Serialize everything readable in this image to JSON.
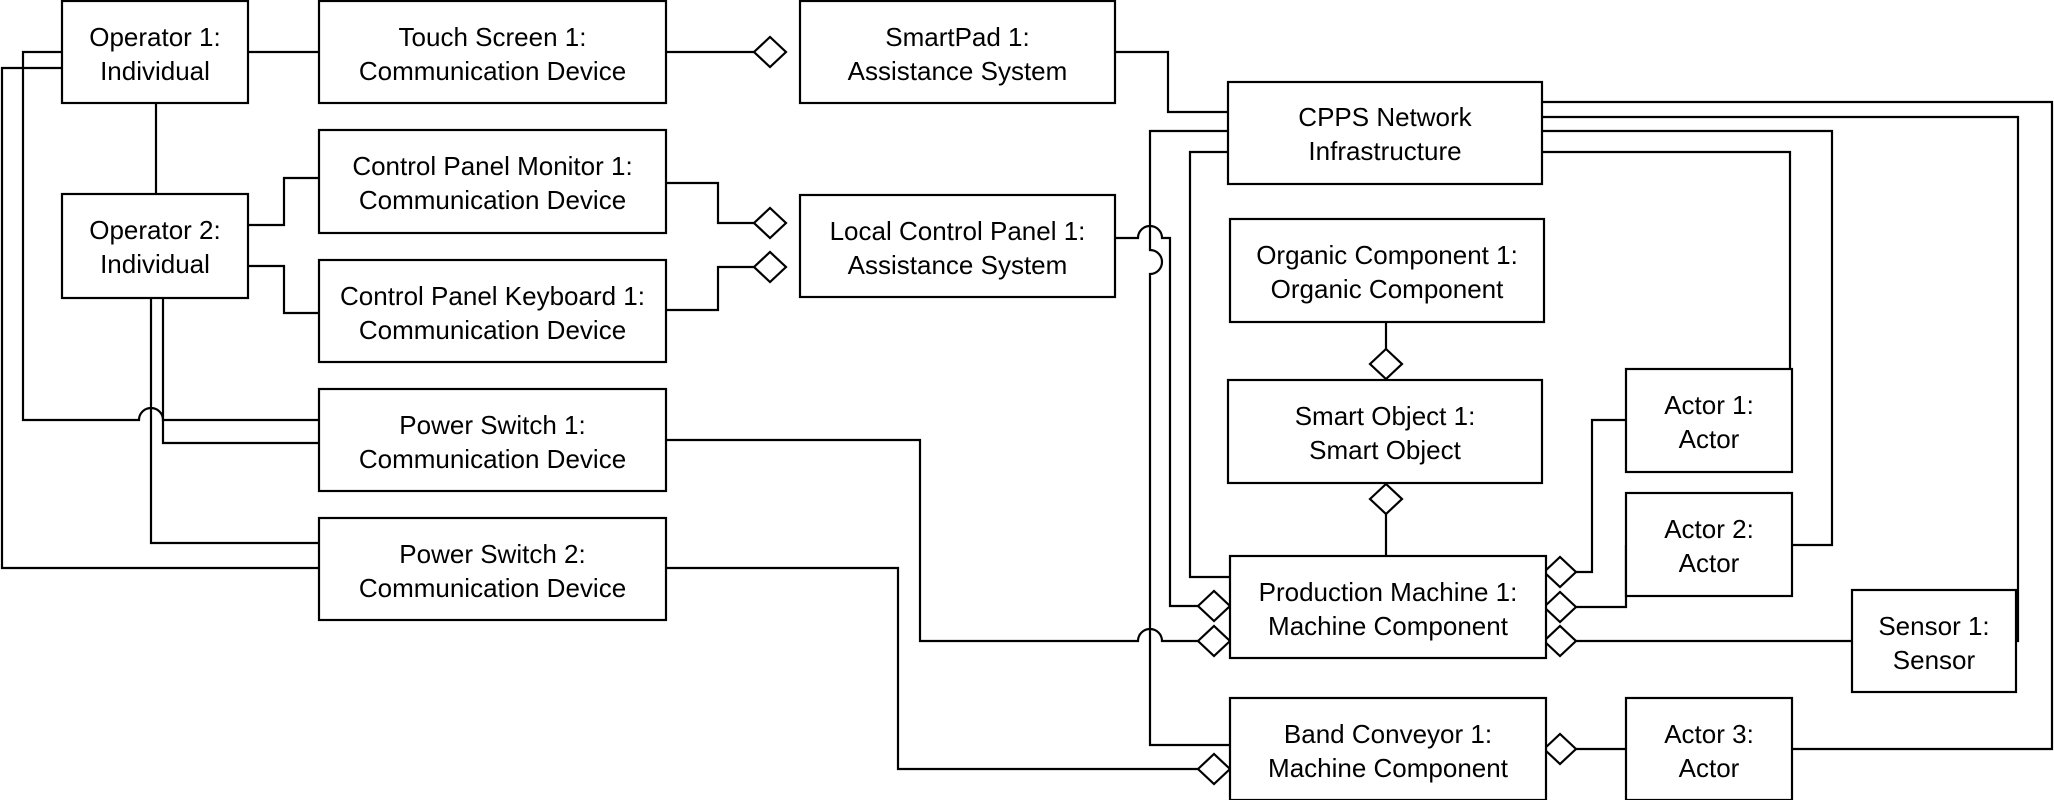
{
  "nodes": {
    "operator1": {
      "line1": "Operator 1:",
      "line2": "Individual"
    },
    "operator2": {
      "line1": "Operator 2:",
      "line2": "Individual"
    },
    "touchscreen1": {
      "line1": "Touch Screen 1:",
      "line2": "Communication Device"
    },
    "cpmonitor1": {
      "line1": "Control Panel Monitor 1:",
      "line2": "Communication Device"
    },
    "cpkeyboard1": {
      "line1": "Control Panel Keyboard 1:",
      "line2": "Communication Device"
    },
    "powerswitch1": {
      "line1": "Power Switch 1:",
      "line2": "Communication Device"
    },
    "powerswitch2": {
      "line1": "Power Switch 2:",
      "line2": "Communication Device"
    },
    "smartpad1": {
      "line1": "SmartPad 1:",
      "line2": "Assistance System"
    },
    "localcp1": {
      "line1": "Local Control Panel 1:",
      "line2": "Assistance System"
    },
    "cpps": {
      "line1": "CPPS Network",
      "line2": "Infrastructure"
    },
    "organic1": {
      "line1": "Organic Component 1:",
      "line2": "Organic Component"
    },
    "smartobj1": {
      "line1": "Smart Object 1:",
      "line2": "Smart Object"
    },
    "prodmachine1": {
      "line1": "Production Machine 1:",
      "line2": "Machine Component"
    },
    "bandconveyor1": {
      "line1": "Band Conveyor 1:",
      "line2": "Machine Component"
    },
    "actor1": {
      "line1": "Actor 1:",
      "line2": "Actor"
    },
    "actor2": {
      "line1": "Actor 2:",
      "line2": "Actor"
    },
    "actor3": {
      "line1": "Actor 3:",
      "line2": "Actor"
    },
    "sensor1": {
      "line1": "Sensor 1:",
      "line2": "Sensor"
    }
  }
}
